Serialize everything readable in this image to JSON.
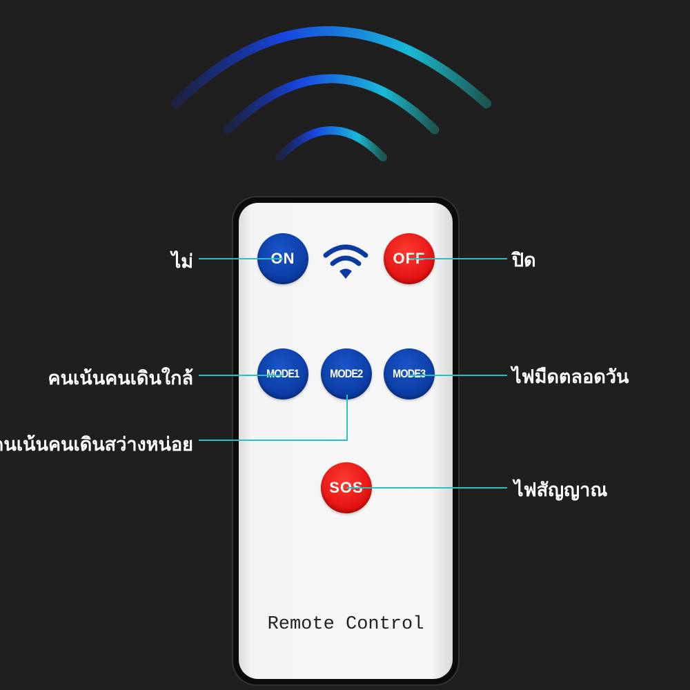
{
  "remote": {
    "caption": "Remote Control",
    "buttons": {
      "on": "ON",
      "off": "OFF",
      "mode1": "MODE1",
      "mode2": "MODE2",
      "mode3": "MODE3",
      "sos": "SOS"
    }
  },
  "labels": {
    "on": "ไม่",
    "off": "ปิด",
    "mode1": "คนเน้นคนเดินใกล้",
    "mode2": "คนเน้นคนเดินสว่างหน่อย",
    "mode3": "ไฟมืดตลอดวัน",
    "sos": "ไฟสัญญาณ"
  },
  "colors": {
    "background": "#1f1f1f",
    "accent_line": "#1fc4c4",
    "blue_button": "#0a3aa0",
    "red_button": "#e01010"
  }
}
